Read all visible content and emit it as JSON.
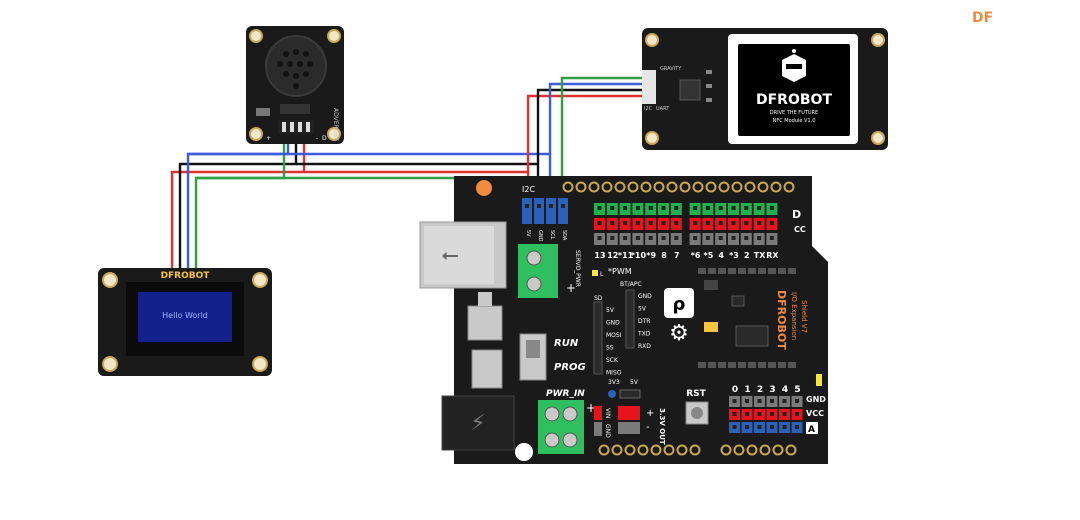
{
  "corner_logo": "DF",
  "colors": {
    "wire_red": "#e03131",
    "wire_black": "#111111",
    "wire_blue": "#3b5bdb",
    "wire_green": "#2f9e44",
    "board_black": "#1a1a1a",
    "oled_screen": "#14208c",
    "pin_red": "#e8141c",
    "pin_green": "#23b14d",
    "pin_blue": "#2b61b8",
    "pin_gray": "#7a7a7a",
    "terminal_green": "#2fbf5f",
    "brand_orange": "#f08a3c"
  },
  "oled": {
    "brand": "DFROBOT",
    "text": "Hello World"
  },
  "speaker": {
    "label": "ADVERTISE",
    "pin_labels": [
      "+",
      "-",
      "D"
    ]
  },
  "nfc": {
    "brand": "DFROBOT",
    "slogan": "DRIVE THE FUTURE",
    "model": "NFC Module V1.0",
    "side_labels": [
      "GRAVITY",
      "I2C",
      "UART"
    ]
  },
  "shield": {
    "i2c_label": "I2C",
    "i2c_pin_labels": [
      "5V",
      "GND",
      "SCL",
      "SDA"
    ],
    "digital_labels": [
      "13",
      "12",
      "*11",
      "*10",
      "*9",
      "8",
      "7",
      "*6",
      "*5",
      "4",
      "*3",
      "2",
      "TX",
      "RX"
    ],
    "pwm_label": "*PWM",
    "btapc_label": "BT/APC",
    "bt_pins": [
      "GND",
      "5V",
      "DTR",
      "TXD",
      "RXD"
    ],
    "sd_label": "SD",
    "sd_pins": [
      "5V",
      "GND",
      "MOSI",
      "SS",
      "SCK",
      "MISO"
    ],
    "servo_label": "SERVO_PWR",
    "run_label": "RUN",
    "prog_label": "PROG",
    "pwr_in_label": "PWR_IN",
    "rst_label": "RST",
    "volt_labels": [
      "3V3",
      "5V"
    ],
    "out_label": "3.3V OUT",
    "vin_labels": [
      "VIN",
      "GND"
    ],
    "analog_labels": [
      "0",
      "1",
      "2",
      "3",
      "4",
      "5"
    ],
    "gnd_label": "GND",
    "vcc_label": "VCC",
    "a_label": "A",
    "d_label": "D",
    "cc_label": "CC",
    "l_label": "L",
    "brand_vertical": "DFROBOT",
    "io_expansion": "I/O Expansion",
    "shield_version": "Shield V7"
  }
}
